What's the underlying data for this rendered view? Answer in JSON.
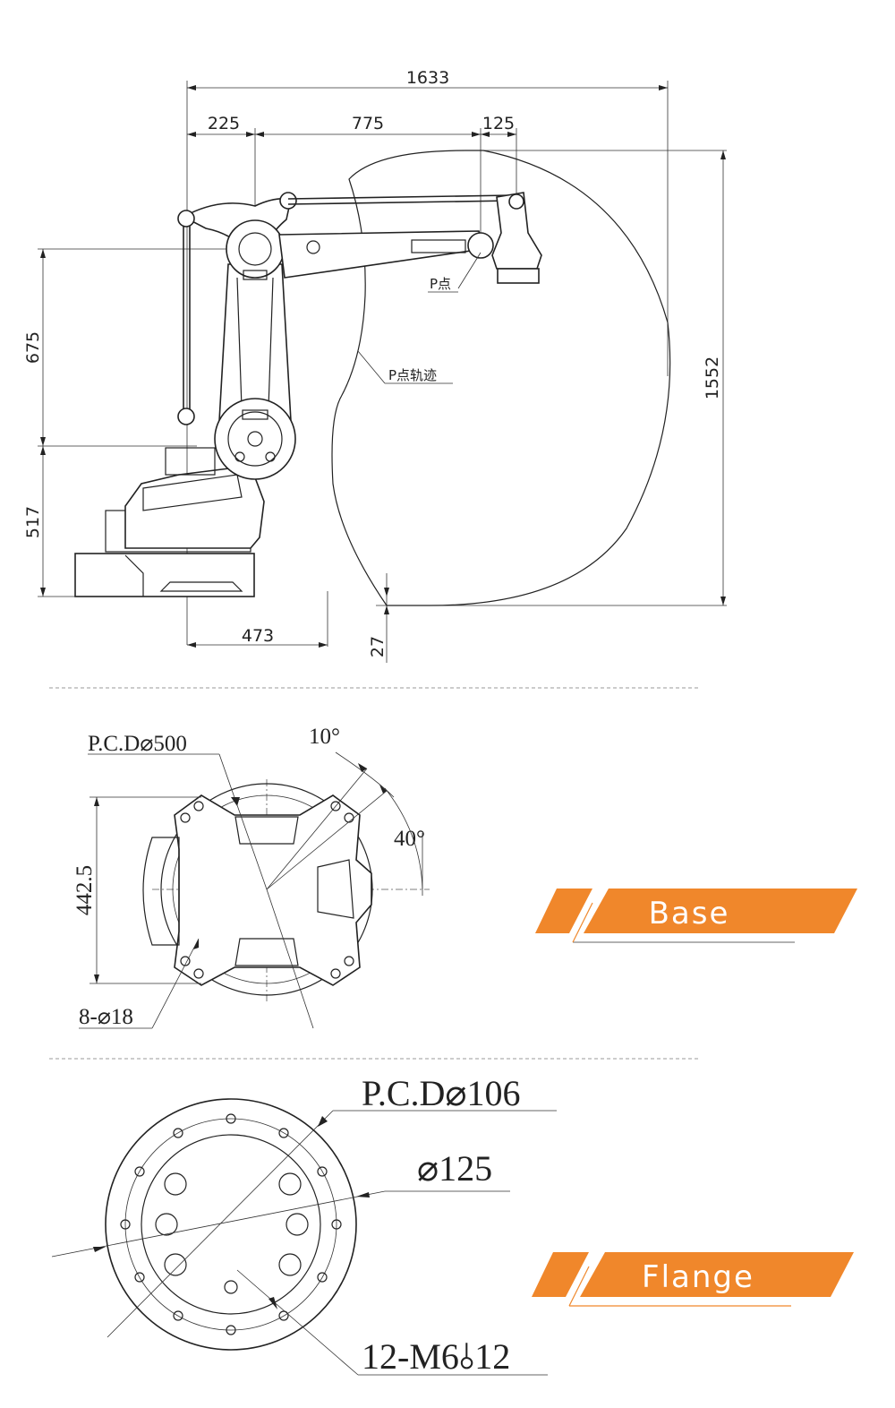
{
  "side_view": {
    "dims": {
      "overall_width": "1633",
      "seg_a": "225",
      "seg_b": "775",
      "seg_c": "125",
      "height_total": "1552",
      "height_upper": "675",
      "height_lower": "517",
      "base_depth": "473",
      "base_offset": "27"
    },
    "labels": {
      "p_point": "P点",
      "p_trajectory": "P点轨迹"
    }
  },
  "base_view": {
    "pcd": "P.C.D⌀500",
    "angle_a": "10°",
    "angle_b": "40°",
    "height": "442.5",
    "holes": "8-⌀18",
    "banner": "Base"
  },
  "flange_view": {
    "pcd": "P.C.D⌀106",
    "diameter": "⌀125",
    "threads": "12-M6⫰12",
    "banner": "Flange"
  },
  "colors": {
    "accent": "#f0872b",
    "line": "#222222"
  }
}
